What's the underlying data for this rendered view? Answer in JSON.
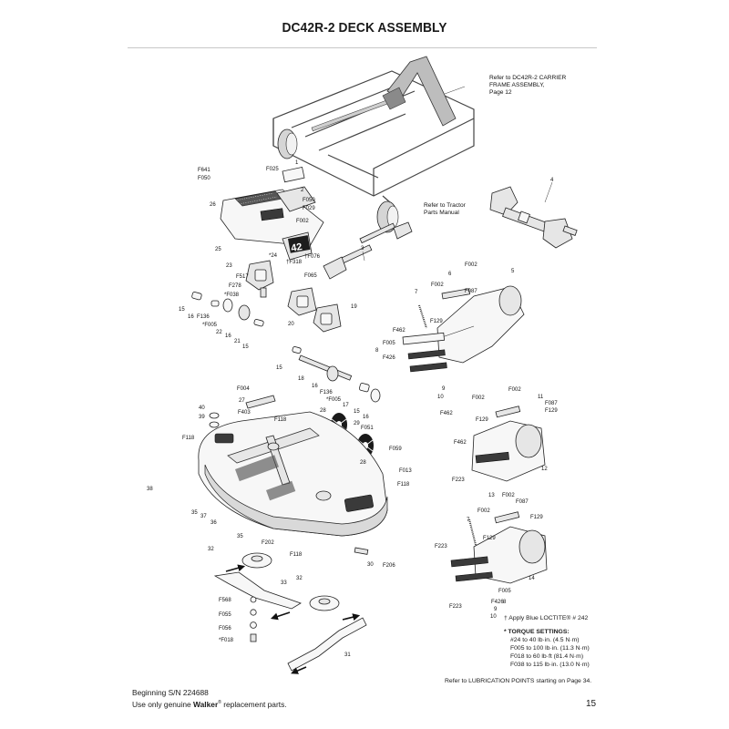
{
  "title": "DC42R-2 DECK ASSEMBLY",
  "notes": {
    "carrier_frame": [
      "Refer to DC42R-2 CARRIER",
      "FRAME ASSEMBLY,",
      "Page 12"
    ],
    "tractor_manual": [
      "Refer to Tractor",
      "Parts Manual"
    ]
  },
  "loctite": "† Apply Blue LOCTITE® # 242",
  "torque": {
    "heading": "* TORQUE SETTINGS:",
    "rows": [
      "#24 to 40 lb·in. (4.5 N·m)",
      "F005 to 100 lb·in. (11.3 N·m)",
      "F018 to 60 lb·ft (81.4 N·m)",
      "F038 to 115 lb·in. (13.0 N·m)"
    ]
  },
  "lubrication_note": "Refer to LUBRICATION POINTS starting on Page 34.",
  "footer": {
    "serial": "Beginning S/N 224688",
    "replacement_pre": "Use only genuine ",
    "brand": "Walker",
    "replacement_post": " replacement parts.",
    "page": "15"
  },
  "deck_badge": "42",
  "callouts": {
    "c1": "1",
    "c2": "2",
    "c3": "3",
    "c4": "4",
    "c5": "5",
    "c6": "6",
    "c7a": "7",
    "c7b": "7",
    "c8a": "8",
    "c8b": "8",
    "c9a": "9",
    "c9b": "9",
    "c10a": "10",
    "c10b": "10",
    "c11": "11",
    "c12": "12",
    "c13": "13",
    "c14": "14",
    "c15a": "15",
    "c15b": "15",
    "c15c": "15",
    "c15d": "15",
    "c16a": "16",
    "c16b": "16",
    "c16c": "16",
    "c17": "17",
    "c18": "18",
    "c19": "19",
    "c20": "20",
    "c21": "21",
    "c22": "22",
    "c23": "23",
    "c24": "*24",
    "c25": "25",
    "c26": "26",
    "c27": "27",
    "c28a": "28",
    "c28b": "28",
    "c29": "29",
    "c30": "30",
    "c31": "31",
    "c32a": "32",
    "c32b": "32",
    "c33": "33",
    "c35a": "35",
    "c35b": "35",
    "c36": "36",
    "c37": "37",
    "c38": "38",
    "c39": "39",
    "c40": "40",
    "F641": "F641",
    "F050a": "F050",
    "F050b": "F050",
    "F025": "F025",
    "F029": "F029",
    "F002a": "F002",
    "F076": "†F076",
    "F318": "†F318",
    "F065": "F065",
    "F517": "F517",
    "F278": "F278",
    "F038": "*F038",
    "F136a": "F136",
    "F136b": "F136",
    "F005a": "*F005",
    "F005b": "*F005",
    "F002b": "F002",
    "F002c": "F002",
    "F087a": "F087",
    "F129a": "F129",
    "F462a": "F462",
    "F005c": "F005",
    "F426a": "F426",
    "F462b": "F462",
    "F004": "F004",
    "F403": "F403",
    "F118a": "F118",
    "F118b": "F118",
    "F118c": "F118",
    "F118d": "F118",
    "F051": "F051",
    "F059": "F059",
    "F013": "F013",
    "F002d": "F002",
    "F087b": "F087",
    "F129b": "F129",
    "F129c": "F129",
    "F462c": "F462",
    "F223a": "F223",
    "F002e": "F002",
    "F002f": "F002",
    "F087c": "F087",
    "F129d": "F129",
    "F129e": "F129",
    "F223b": "F223",
    "F005d": "F005",
    "F426b": "F426",
    "F223c": "F223",
    "F202": "F202",
    "F206": "F206",
    "F568": "F568",
    "F055": "F055",
    "F056": "F056",
    "F018": "*F018"
  }
}
